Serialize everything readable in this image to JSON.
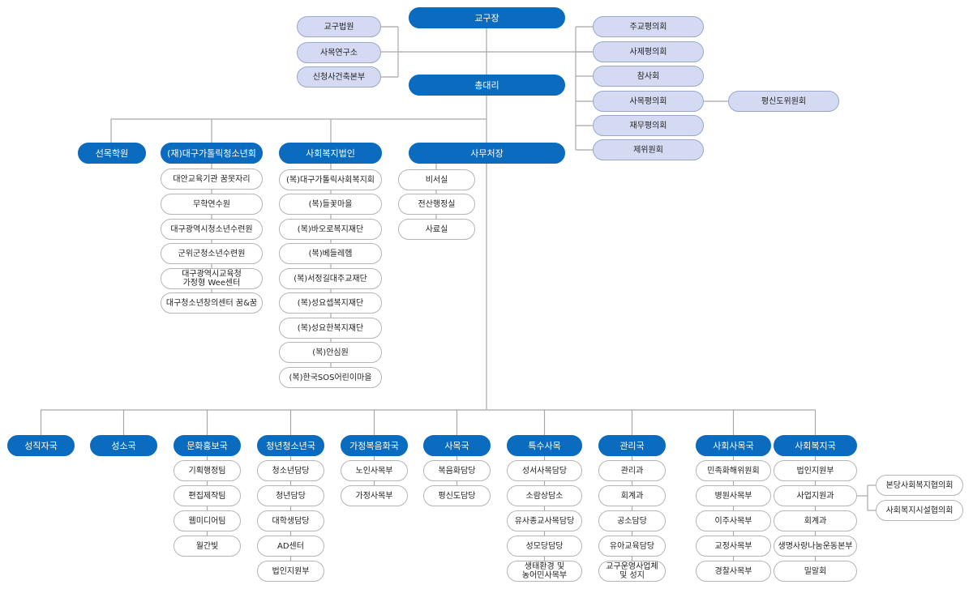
{
  "top": {
    "bishop": "교구장",
    "vicar": "총대리",
    "secretariat": "사무처장"
  },
  "left_councils": [
    "교구법원",
    "사목연구소",
    "신청사건축본부"
  ],
  "right_councils": [
    "주교평의회",
    "사제평의회",
    "참사회",
    "사목평의회",
    "재무평의회",
    "제위원회"
  ],
  "sub_council": "평신도위원회",
  "level2": {
    "seonmok": "선목학원",
    "youth_foundation": "(재)대구가톨릭청소년회",
    "welfare_corp": "사회복지법인"
  },
  "youth_foundation_items": [
    "대안교육기관 꿈못자리",
    "무학연수원",
    "대구광역시청소년수련원",
    "군위군청소년수련원",
    "대구광역시교육청\n가정형 Wee센터",
    "대구청소년창의센터 꿈&꿈"
  ],
  "welfare_items": [
    "(복)대구가톨릭사회복지회",
    "(복)들꽃마을",
    "(복)바오로복지재단",
    "(복)베들레헴",
    "(복)서정길대주교재단",
    "(복)성요셉복지재단",
    "(복)성요한복지재단",
    "(복)안심원",
    "(복)한국SOS어린이마을"
  ],
  "secretariat_items": [
    "비서실",
    "전산행정실",
    "사료실"
  ],
  "departments": [
    {
      "name": "성직자국",
      "items": []
    },
    {
      "name": "성소국",
      "items": []
    },
    {
      "name": "문화홍보국",
      "items": [
        "기획행정팀",
        "편집제작팀",
        "웹미디어팀",
        "월간빛"
      ]
    },
    {
      "name": "청년청소년국",
      "items": [
        "청소년담당",
        "청년담당",
        "대학생담당",
        "AD센터",
        "법인지원부"
      ]
    },
    {
      "name": "가정복음화국",
      "items": [
        "노인사목부",
        "가정사목부"
      ]
    },
    {
      "name": "사목국",
      "items": [
        "복음화담당",
        "평신도담당"
      ]
    },
    {
      "name": "특수사목",
      "items": [
        "성서사목담당",
        "소람상담소",
        "유사종교사목담당",
        "성모당담당",
        "생태환경 및\n농어민사목부"
      ]
    },
    {
      "name": "관리국",
      "items": [
        "관리과",
        "회계과",
        "공소담당",
        "유아교육담당",
        "교구운영사업체\n및 성지"
      ]
    },
    {
      "name": "사회사목국",
      "items": [
        "민족화해위원회",
        "병원사목부",
        "이주사목부",
        "교정사목부",
        "경찰사목부"
      ]
    },
    {
      "name": "사회복지국",
      "items": [
        "법인지원부",
        "사업지원과",
        "회계과",
        "생명사랑나눔운동본부",
        "밀알회"
      ]
    }
  ],
  "welfare_sub": [
    "본당사회복지협의회",
    "사회복지시설협의회"
  ],
  "colors": {
    "primary": "#0b6bbf",
    "council": "#d3daf2",
    "line": "#a8a8a8"
  }
}
